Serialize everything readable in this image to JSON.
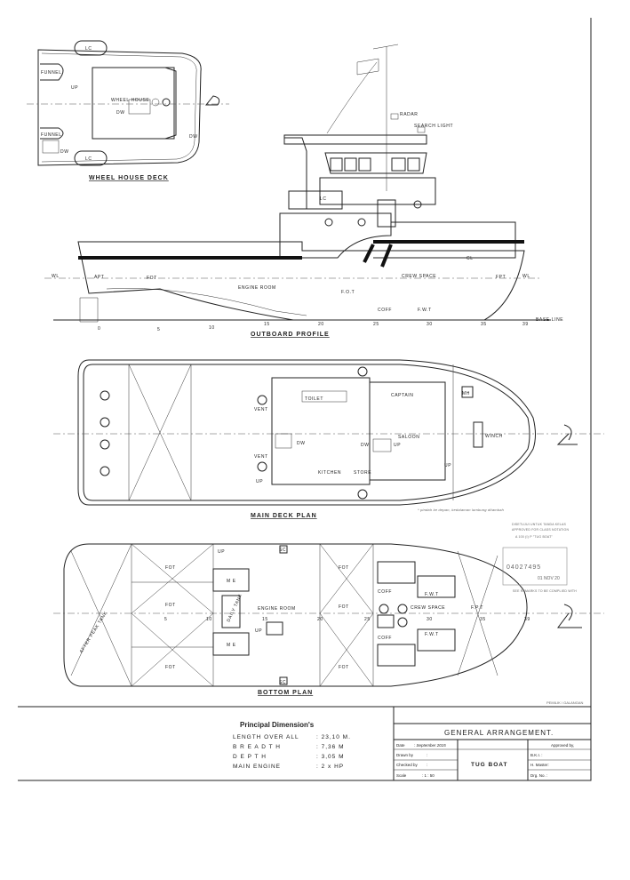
{
  "wheel_house_deck": {
    "title": "WHEEL HOUSE DECK",
    "labels": {
      "lc_top": "LC",
      "lc_bottom": "LC",
      "funnel_top": "FUNNEL",
      "funnel_bottom": "FUNNEL",
      "up": "UP",
      "wheel_house": "WHEEL HOUSE",
      "dw": "DW",
      "dw2": "DW",
      "dw3": "DW"
    }
  },
  "outboard_profile": {
    "title": "OUTBOARD PROFILE",
    "labels": {
      "radar": "RADAR",
      "search_light": "SEARCH LIGHT",
      "lc": "LC",
      "cl": "CL",
      "wl_left": "WL",
      "wl_right": "WL",
      "apt": "APT",
      "fot": "FOT",
      "engine_room": "ENGINE ROOM",
      "fot2": "F.O.T",
      "crew_space": "CREW SPACE",
      "fpt": "FPT",
      "coff": "COFF",
      "fwt": "F.W.T",
      "base_line": "BASE LINE"
    },
    "stations": [
      "0",
      "5",
      "10",
      "15",
      "20",
      "25",
      "30",
      "35",
      "39"
    ]
  },
  "main_deck_plan": {
    "title": "MAIN DECK PLAN",
    "labels": {
      "captain": "CAPTAIN",
      "toilet": "TOILET",
      "vent1": "VENT",
      "vent2": "VENT",
      "dw1": "DW",
      "dw2": "DW",
      "up1": "UP",
      "up2": "UP",
      "up3": "UP",
      "saloon": "SALOON",
      "kitchen": "KITCHEN",
      "store": "STORE",
      "winch": "WINCH",
      "mh": "MH"
    }
  },
  "bottom_plan": {
    "title": "BOTTOM PLAN",
    "labels": {
      "after_peak_tank": "AFTER PEAK TANK",
      "fot": "FOT",
      "daily_tank": "DAILY TANK",
      "engine_room": "ENGINE ROOM",
      "me1": "M E",
      "me2": "M E",
      "up1": "UP",
      "up2": "UP",
      "sc": "SC",
      "coff1": "COFF",
      "coff2": "COFF",
      "fwt": "F.W.T",
      "crew_space": "CREW SPACE",
      "fpt": "F.P.T"
    },
    "stations": [
      "5",
      "10",
      "15",
      "20",
      "25",
      "30",
      "35",
      "39"
    ]
  },
  "annotations": {
    "handwritten_note": "* pindah ke depan, kedalaman lambung ditambah",
    "approval_stamp_line1": "DISETUJUI UNTUK TANDA KELAS",
    "approval_stamp_line2": "APPROVED FOR CLASS NOTATION",
    "approval_stamp_line3": "A 100 (I) P  \"TUG BOAT\"",
    "registry_stamp_number": "04027495",
    "registry_stamp_date": "01 NOV 20",
    "remark": "SEE REMARKS TO BE COMPLIED WITH",
    "owner": "PEMILIK / GALANGAN"
  },
  "principal_dimensions": {
    "title": "Principal Dimension's",
    "rows": [
      {
        "label": "LENGTH OVER ALL",
        "value": ": 23,10 M."
      },
      {
        "label": "B R E A D T H",
        "value": ": 7,36 M"
      },
      {
        "label": "D E P T H",
        "value": ": 3,05 M"
      },
      {
        "label": "MAIN ENGINE",
        "value": ": 2 x      HP"
      }
    ]
  },
  "title_block": {
    "title": "GENERAL ARRANGEMENT.",
    "date_label": "Date",
    "date_value": ": September 2015",
    "drawn_label": "Drawn by",
    "drawn_value": ":",
    "checked_label": "Checked by",
    "checked_value": ":",
    "scale_label": "Scale",
    "scale_value": ": 1 : 50",
    "vessel": "TUG BOAT",
    "approved_label": "Approved by,",
    "bki_label": "B.K.I.   :",
    "master_label": "H. Master:",
    "drg_label": "Drg. No.   :"
  }
}
